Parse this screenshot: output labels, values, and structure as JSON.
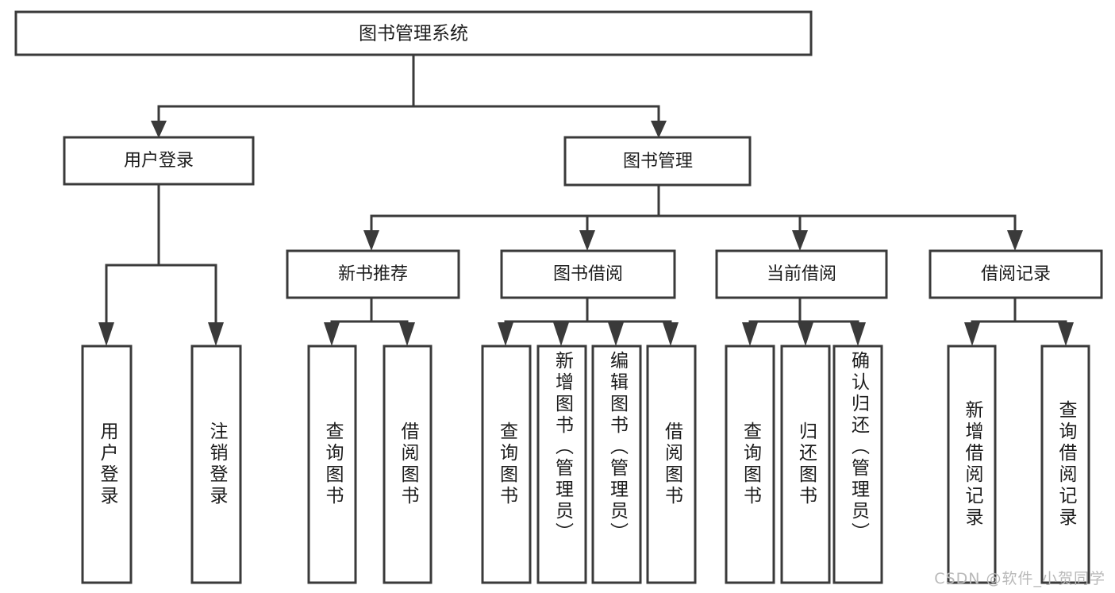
{
  "diagram": {
    "type": "tree",
    "title": "图书管理系统",
    "watermark": "CSDN @软件_小贺同学",
    "colors": {
      "stroke": "#3a3a3a",
      "box_fill": "#ffffff",
      "text": "#1c1c1c",
      "background": "#ffffff",
      "watermark": "#b9b9b9"
    },
    "levels": {
      "root": "图书管理系统",
      "level2": [
        "用户登录",
        "图书管理"
      ],
      "level3": [
        "新书推荐",
        "图书借阅",
        "当前借阅",
        "借阅记录"
      ]
    },
    "nodes": {
      "root": {
        "label": "图书管理系统"
      },
      "user_login": {
        "label": "用户登录"
      },
      "book_manage": {
        "label": "图书管理"
      },
      "new_book_rec": {
        "label": "新书推荐"
      },
      "book_borrow": {
        "label": "图书借阅"
      },
      "current_borrow": {
        "label": "当前借阅"
      },
      "borrow_record": {
        "label": "借阅记录"
      },
      "leaf_user_login": {
        "label": "用户登录"
      },
      "leaf_logout": {
        "label": "注销登录"
      },
      "leaf_query_book_1": {
        "label": "查询图书"
      },
      "leaf_borrow_book_1": {
        "label": "借阅图书"
      },
      "leaf_query_book_2": {
        "label": "查询图书"
      },
      "leaf_add_book": {
        "label": "新增图书（管理员）"
      },
      "leaf_edit_book": {
        "label": "编辑图书（管理员）"
      },
      "leaf_borrow_book_2": {
        "label": "借阅图书"
      },
      "leaf_query_book_3": {
        "label": "查询图书"
      },
      "leaf_return_book": {
        "label": "归还图书"
      },
      "leaf_confirm_return": {
        "label": "确认归还（管理员）"
      },
      "leaf_add_record": {
        "label": "新增借阅记录"
      },
      "leaf_query_record": {
        "label": "查询借阅记录"
      }
    },
    "edges": [
      {
        "from": "root",
        "to": "user_login"
      },
      {
        "from": "root",
        "to": "book_manage"
      },
      {
        "from": "user_login",
        "to": "leaf_user_login"
      },
      {
        "from": "user_login",
        "to": "leaf_logout"
      },
      {
        "from": "book_manage",
        "to": "new_book_rec"
      },
      {
        "from": "book_manage",
        "to": "book_borrow"
      },
      {
        "from": "book_manage",
        "to": "current_borrow"
      },
      {
        "from": "book_manage",
        "to": "borrow_record"
      },
      {
        "from": "new_book_rec",
        "to": "leaf_query_book_1"
      },
      {
        "from": "new_book_rec",
        "to": "leaf_borrow_book_1"
      },
      {
        "from": "book_borrow",
        "to": "leaf_query_book_2"
      },
      {
        "from": "book_borrow",
        "to": "leaf_add_book"
      },
      {
        "from": "book_borrow",
        "to": "leaf_edit_book"
      },
      {
        "from": "book_borrow",
        "to": "leaf_borrow_book_2"
      },
      {
        "from": "current_borrow",
        "to": "leaf_query_book_3"
      },
      {
        "from": "current_borrow",
        "to": "leaf_return_book"
      },
      {
        "from": "current_borrow",
        "to": "leaf_confirm_return"
      },
      {
        "from": "borrow_record",
        "to": "leaf_add_record"
      },
      {
        "from": "borrow_record",
        "to": "leaf_query_record"
      }
    ]
  }
}
